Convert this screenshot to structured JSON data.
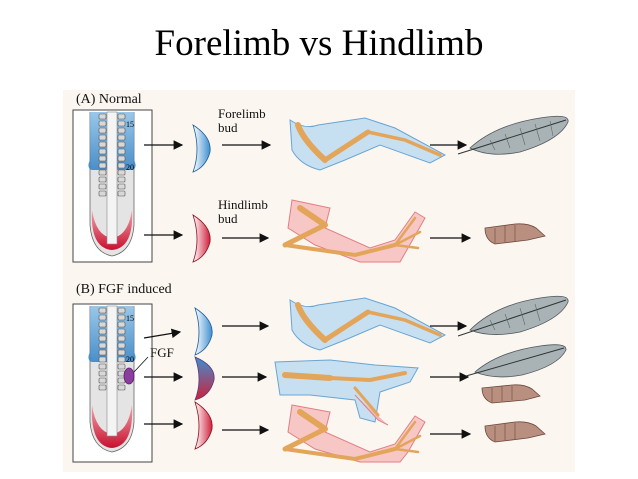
{
  "title": "Forelimb vs Hindlimb",
  "panel_a": {
    "label": "(A) Normal",
    "forelimb_bud_label": [
      "Forelimb",
      "bud"
    ],
    "hindlimb_bud_label": [
      "Hindlimb",
      "bud"
    ],
    "somite_numbers": [
      "15",
      "20"
    ]
  },
  "panel_b": {
    "label": "(B) FGF induced",
    "fgf_label": "FGF",
    "somite_numbers": [
      "15",
      "20"
    ]
  },
  "colors": {
    "forelimb_blue": "#5a9fd6",
    "hindlimb_red": "#d9283f",
    "bone": "#e8b877",
    "feather": "#9ba5a8",
    "scale": "#b08878"
  }
}
